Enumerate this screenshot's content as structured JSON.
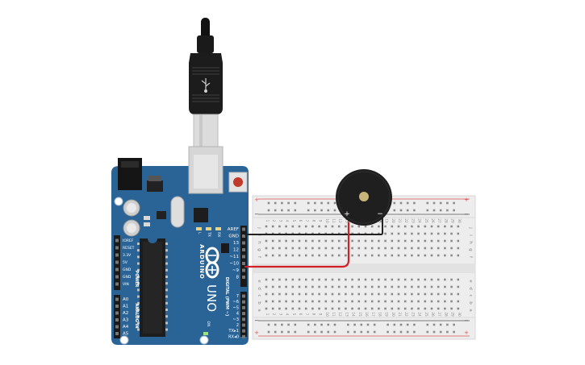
{
  "board": {
    "brand": "ARDUINO",
    "model": "UNO",
    "led_labels": [
      "L",
      "TX",
      "RX"
    ],
    "on_label": "ON",
    "power_header_title": "POWER",
    "power_pins": [
      "IOREF",
      "RESET",
      "3.3V",
      "5V",
      "GND",
      "GND",
      "VIN"
    ],
    "analog_header_title": "ANALOG IN",
    "analog_pins": [
      "A0",
      "A1",
      "A2",
      "A3",
      "A4",
      "A5"
    ],
    "digital_header_title": "DIGITAL (PWM ~)",
    "digital_top_pins": [
      "AREF",
      "GND",
      "13",
      "12",
      "~11",
      "~10",
      "~9",
      "8"
    ],
    "digital_bottom_pins": [
      "7",
      "~6",
      "~5",
      "4",
      "~3",
      "2",
      "TX▸1",
      "RX◂0"
    ]
  },
  "breadboard": {
    "row_letters_top": [
      "j",
      "i",
      "h",
      "g",
      "f"
    ],
    "row_letters_bottom": [
      "e",
      "d",
      "c",
      "b",
      "a"
    ],
    "column_count": 30,
    "rail_plus": "+",
    "rail_minus": "−"
  },
  "buzzer": {
    "plus_label": "+",
    "minus_label": "−"
  },
  "colors": {
    "board_blue": "#2a6496",
    "wire_red": "#d32027",
    "wire_black": "#222222",
    "breadboard_body": "#ededed",
    "rail_red": "#d9534f",
    "buzzer_body": "#1f1f1f"
  }
}
